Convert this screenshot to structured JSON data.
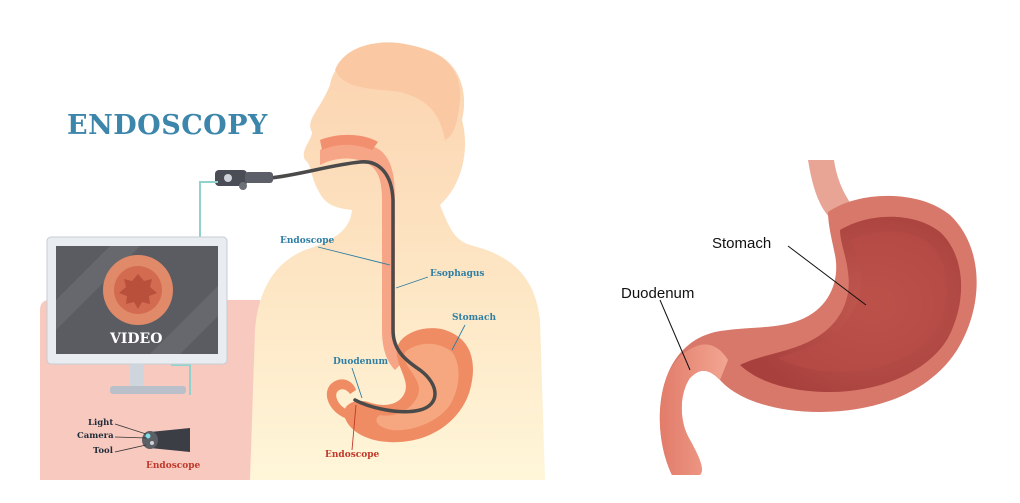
{
  "left_panel": {
    "title": "ENDOSCOPY",
    "monitor_label": "VIDEO",
    "labels": {
      "endoscope_upper": "Endoscope",
      "esophagus": "Esophagus",
      "stomach": "Stomach",
      "duodenum": "Duodenum",
      "endoscope_lower": "Endoscope",
      "light": "Light",
      "camera": "Camera",
      "tool": "Tool",
      "endoscope_tip": "Endoscope"
    }
  },
  "right_panel": {
    "labels": {
      "stomach": "Stomach",
      "duodenum": "Duodenum"
    }
  },
  "colors": {
    "title_blue": "#3d86ab",
    "label_blue": "#2f7fa4",
    "label_red": "#c0392b",
    "body_peach": "#fcd6b4",
    "organ_orange": "#f08a5d",
    "stomach_red": "#c8554f"
  }
}
